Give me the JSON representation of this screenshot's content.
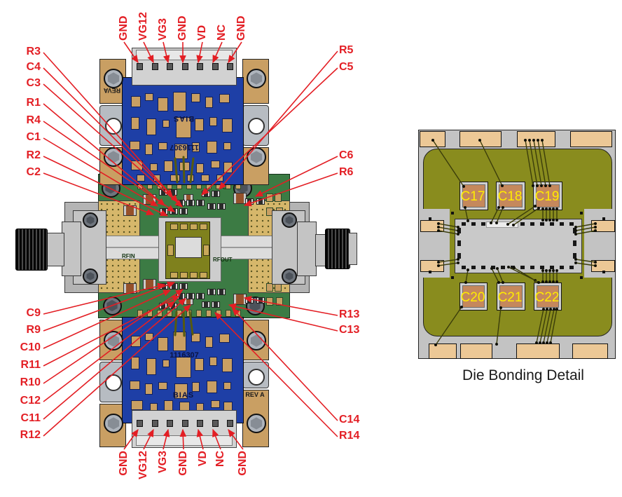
{
  "assembly": {
    "pins_top": [
      "GND",
      "VG12",
      "VG3",
      "GND",
      "VD",
      "NC",
      "GND"
    ],
    "pins_bottom": [
      "GND",
      "VG12",
      "VG3",
      "GND",
      "VD",
      "NC",
      "GND"
    ],
    "callouts_left_top": [
      "R3",
      "C4",
      "C3",
      "R1",
      "R4",
      "C1",
      "R2",
      "C2"
    ],
    "callouts_left_bottom": [
      "C9",
      "R9",
      "C10",
      "R11",
      "R10",
      "C12",
      "C11",
      "R12"
    ],
    "callouts_right_top": [
      "R5",
      "C5"
    ],
    "callouts_right_mid": [
      "C6",
      "R6"
    ],
    "callouts_right_bottom_upper": [
      "R13",
      "C13"
    ],
    "callouts_right_bottom_lower": [
      "C14",
      "R14"
    ],
    "silkscreen": {
      "bias_top": "BIAS",
      "part_top": "1116307",
      "rev_top": "REVA",
      "bias_bottom": "BIAS",
      "part_bottom": "1116307",
      "rev_bottom": "REV A",
      "rfin": "RFIN",
      "rfout": "RFOUT"
    }
  },
  "die_detail": {
    "caption": "Die Bonding Detail",
    "cap_labels_top": [
      "C17",
      "C18",
      "C19"
    ],
    "cap_labels_bottom": [
      "C20",
      "C21",
      "C22"
    ]
  },
  "colors": {
    "callout_red": "#e31e24",
    "board_blue": "#1e3fa6",
    "pad_tan": "#c99f63",
    "pcb_green": "#3c7b44",
    "substrate_olive": "#898c1e",
    "cap_label_yellow": "#ffec00"
  }
}
